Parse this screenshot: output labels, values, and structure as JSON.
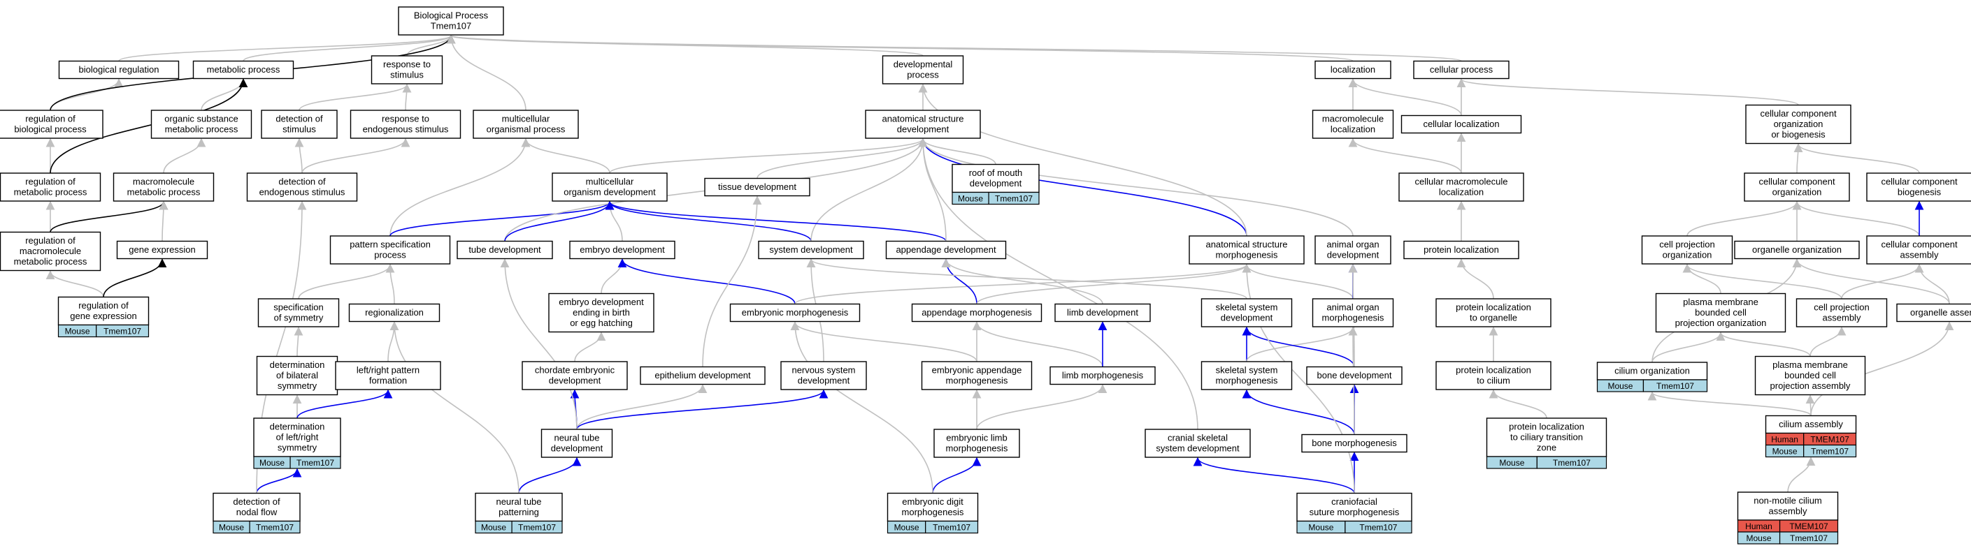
{
  "colors": {
    "gray_edge": "#c0c0c0",
    "black_edge": "#000000",
    "blue_edge": "#0000ee",
    "mouse_badge": "#add8e6",
    "human_badge": "#e8574b",
    "node_fill": "#ffffff",
    "node_border": "#000000"
  },
  "nodes": [
    {
      "id": "bp",
      "lines": [
        "Biological Process",
        "Tmem107"
      ]
    },
    {
      "id": "bioreg",
      "lines": [
        "biological regulation"
      ]
    },
    {
      "id": "metab",
      "lines": [
        "metabolic process"
      ]
    },
    {
      "id": "resp",
      "lines": [
        "response to",
        "stimulus"
      ]
    },
    {
      "id": "devproc",
      "lines": [
        "developmental",
        "process"
      ]
    },
    {
      "id": "local",
      "lines": [
        "localization"
      ]
    },
    {
      "id": "cellproc",
      "lines": [
        "cellular process"
      ]
    },
    {
      "id": "regbio",
      "lines": [
        "regulation of",
        "biological process"
      ]
    },
    {
      "id": "orgsub",
      "lines": [
        "organic substance",
        "metabolic process"
      ]
    },
    {
      "id": "detstim",
      "lines": [
        "detection of",
        "stimulus"
      ]
    },
    {
      "id": "respendo",
      "lines": [
        "response to",
        "endogenous stimulus"
      ]
    },
    {
      "id": "multiorg",
      "lines": [
        "multicellular",
        "organismal process"
      ]
    },
    {
      "id": "anatdev",
      "lines": [
        "anatomical structure",
        "development"
      ]
    },
    {
      "id": "macroloc",
      "lines": [
        "macromolecule",
        "localization"
      ]
    },
    {
      "id": "cellloc",
      "lines": [
        "cellular localization"
      ]
    },
    {
      "id": "ccob",
      "lines": [
        "cellular component",
        "organization",
        "or biogenesis"
      ]
    },
    {
      "id": "regmet",
      "lines": [
        "regulation of",
        "metabolic process"
      ]
    },
    {
      "id": "macromet",
      "lines": [
        "macromolecule",
        "metabolic process"
      ]
    },
    {
      "id": "detendo",
      "lines": [
        "detection of",
        "endogenous stimulus"
      ]
    },
    {
      "id": "multidev",
      "lines": [
        "multicellular",
        "organism development"
      ]
    },
    {
      "id": "tissuedev",
      "lines": [
        "tissue development"
      ]
    },
    {
      "id": "roofmouth",
      "lines": [
        "roof of mouth",
        "development"
      ],
      "badges": [
        {
          "species": "Mouse",
          "gene": "Tmem107"
        }
      ]
    },
    {
      "id": "cellmacroloc",
      "lines": [
        "cellular macromolecule",
        "localization"
      ]
    },
    {
      "id": "ccorg",
      "lines": [
        "cellular component",
        "organization"
      ]
    },
    {
      "id": "ccbio",
      "lines": [
        "cellular component",
        "biogenesis"
      ]
    },
    {
      "id": "regmacromet",
      "lines": [
        "regulation of",
        "macromolecule",
        "metabolic process"
      ]
    },
    {
      "id": "geneexp",
      "lines": [
        "gene expression"
      ]
    },
    {
      "id": "patspec",
      "lines": [
        "pattern specification",
        "process"
      ]
    },
    {
      "id": "tubedev",
      "lines": [
        "tube development"
      ]
    },
    {
      "id": "embryodev",
      "lines": [
        "embryo development"
      ]
    },
    {
      "id": "sysdev",
      "lines": [
        "system development"
      ]
    },
    {
      "id": "appdev",
      "lines": [
        "appendage development"
      ]
    },
    {
      "id": "anatmorph",
      "lines": [
        "anatomical structure",
        "morphogenesis"
      ]
    },
    {
      "id": "animorgdev",
      "lines": [
        "animal organ",
        "development"
      ]
    },
    {
      "id": "protloc",
      "lines": [
        "protein localization"
      ]
    },
    {
      "id": "cellprojorg",
      "lines": [
        "cell projection",
        "organization"
      ]
    },
    {
      "id": "organorg",
      "lines": [
        "organelle organization"
      ]
    },
    {
      "id": "ccassem",
      "lines": [
        "cellular component",
        "assembly"
      ]
    },
    {
      "id": "reggene",
      "lines": [
        "regulation of",
        "gene expression"
      ],
      "badges": [
        {
          "species": "Mouse",
          "gene": "Tmem107"
        }
      ]
    },
    {
      "id": "specsym",
      "lines": [
        "specification",
        "of symmetry"
      ]
    },
    {
      "id": "regionaliz",
      "lines": [
        "regionalization"
      ]
    },
    {
      "id": "embdevbirth",
      "lines": [
        "embryo development",
        "ending in birth",
        "or egg hatching"
      ]
    },
    {
      "id": "embmorph",
      "lines": [
        "embryonic morphogenesis"
      ]
    },
    {
      "id": "appmorph",
      "lines": [
        "appendage morphogenesis"
      ]
    },
    {
      "id": "limbdev",
      "lines": [
        "limb development"
      ]
    },
    {
      "id": "skelsysdev",
      "lines": [
        "skeletal system",
        "development"
      ]
    },
    {
      "id": "animorgmorph",
      "lines": [
        "animal organ",
        "morphogenesis"
      ]
    },
    {
      "id": "protorg",
      "lines": [
        "protein localization",
        "to organelle"
      ]
    },
    {
      "id": "pmbcpo",
      "lines": [
        "plasma membrane",
        "bounded cell",
        "projection organization"
      ]
    },
    {
      "id": "cellprojassem",
      "lines": [
        "cell projection",
        "assembly"
      ]
    },
    {
      "id": "organassem",
      "lines": [
        "organelle assembly"
      ]
    },
    {
      "id": "detbilat",
      "lines": [
        "determination",
        "of bilateral",
        "symmetry"
      ]
    },
    {
      "id": "lrpattern",
      "lines": [
        "left/right pattern",
        "formation"
      ]
    },
    {
      "id": "chorddev",
      "lines": [
        "chordate embryonic",
        "development"
      ]
    },
    {
      "id": "epidev",
      "lines": [
        "epithelium development"
      ]
    },
    {
      "id": "nervdev",
      "lines": [
        "nervous system",
        "development"
      ]
    },
    {
      "id": "embappmorph",
      "lines": [
        "embryonic appendage",
        "morphogenesis"
      ]
    },
    {
      "id": "limbmorph",
      "lines": [
        "limb morphogenesis"
      ]
    },
    {
      "id": "skelsysmorph",
      "lines": [
        "skeletal system",
        "morphogenesis"
      ]
    },
    {
      "id": "bonedev",
      "lines": [
        "bone development"
      ]
    },
    {
      "id": "protcil",
      "lines": [
        "protein localization",
        "to cilium"
      ]
    },
    {
      "id": "ciliumorg",
      "lines": [
        "cilium organization"
      ],
      "badges": [
        {
          "species": "Mouse",
          "gene": "Tmem107"
        }
      ]
    },
    {
      "id": "pmbcpa",
      "lines": [
        "plasma membrane",
        "bounded cell",
        "projection assembly"
      ]
    },
    {
      "id": "detlr",
      "lines": [
        "determination",
        "of left/right",
        "symmetry"
      ],
      "badges": [
        {
          "species": "Mouse",
          "gene": "Tmem107"
        }
      ]
    },
    {
      "id": "neuraltubedev",
      "lines": [
        "neural tube",
        "development"
      ]
    },
    {
      "id": "emblimbmorph",
      "lines": [
        "embryonic limb",
        "morphogenesis"
      ]
    },
    {
      "id": "cranskeldev",
      "lines": [
        "cranial skeletal",
        "system development"
      ]
    },
    {
      "id": "bonemorph",
      "lines": [
        "bone morphogenesis"
      ]
    },
    {
      "id": "protciltz",
      "lines": [
        "protein localization",
        "to ciliary transition",
        "zone"
      ],
      "badges": [
        {
          "species": "Mouse",
          "gene": "Tmem107"
        }
      ]
    },
    {
      "id": "ciliumassem",
      "lines": [
        "cilium assembly"
      ],
      "badges": [
        {
          "species": "Human",
          "gene": "TMEM107"
        },
        {
          "species": "Mouse",
          "gene": "Tmem107"
        }
      ]
    },
    {
      "id": "detnodal",
      "lines": [
        "detection of",
        "nodal flow"
      ],
      "badges": [
        {
          "species": "Mouse",
          "gene": "Tmem107"
        }
      ]
    },
    {
      "id": "ntpattern",
      "lines": [
        "neural tube",
        "patterning"
      ],
      "badges": [
        {
          "species": "Mouse",
          "gene": "Tmem107"
        }
      ]
    },
    {
      "id": "embdigit",
      "lines": [
        "embryonic digit",
        "morphogenesis"
      ],
      "badges": [
        {
          "species": "Mouse",
          "gene": "Tmem107"
        }
      ]
    },
    {
      "id": "cransuture",
      "lines": [
        "craniofacial",
        "suture morphogenesis"
      ],
      "badges": [
        {
          "species": "Mouse",
          "gene": "Tmem107"
        }
      ]
    },
    {
      "id": "nonmotile",
      "lines": [
        "non-motile cilium",
        "assembly"
      ],
      "badges": [
        {
          "species": "Human",
          "gene": "TMEM107"
        },
        {
          "species": "Mouse",
          "gene": "Tmem107"
        }
      ]
    }
  ],
  "edges": [
    {
      "from": "bioreg",
      "to": "bp",
      "kind": "gray"
    },
    {
      "from": "metab",
      "to": "bp",
      "kind": "gray"
    },
    {
      "from": "resp",
      "to": "bp",
      "kind": "gray"
    },
    {
      "from": "devproc",
      "to": "bp",
      "kind": "gray"
    },
    {
      "from": "local",
      "to": "bp",
      "kind": "gray"
    },
    {
      "from": "cellproc",
      "to": "bp",
      "kind": "gray"
    },
    {
      "from": "regbio",
      "to": "bioreg",
      "kind": "gray"
    },
    {
      "from": "regbio",
      "to": "bp",
      "kind": "black"
    },
    {
      "from": "orgsub",
      "to": "metab",
      "kind": "gray"
    },
    {
      "from": "detstim",
      "to": "resp",
      "kind": "gray"
    },
    {
      "from": "respendo",
      "to": "resp",
      "kind": "gray"
    },
    {
      "from": "multiorg",
      "to": "bp",
      "kind": "gray"
    },
    {
      "from": "anatdev",
      "to": "devproc",
      "kind": "gray"
    },
    {
      "from": "macroloc",
      "to": "local",
      "kind": "gray"
    },
    {
      "from": "cellloc",
      "to": "local",
      "kind": "gray"
    },
    {
      "from": "cellloc",
      "to": "cellproc",
      "kind": "gray"
    },
    {
      "from": "ccob",
      "to": "cellproc",
      "kind": "gray"
    },
    {
      "from": "regmet",
      "to": "regbio",
      "kind": "gray"
    },
    {
      "from": "regmet",
      "to": "metab",
      "kind": "black"
    },
    {
      "from": "macromet",
      "to": "orgsub",
      "kind": "gray"
    },
    {
      "from": "detendo",
      "to": "detstim",
      "kind": "gray"
    },
    {
      "from": "detendo",
      "to": "respendo",
      "kind": "gray"
    },
    {
      "from": "multidev",
      "to": "multiorg",
      "kind": "gray"
    },
    {
      "from": "multidev",
      "to": "anatdev",
      "kind": "gray"
    },
    {
      "from": "tissuedev",
      "to": "anatdev",
      "kind": "gray"
    },
    {
      "from": "roofmouth",
      "to": "anatdev",
      "kind": "gray"
    },
    {
      "from": "cellmacroloc",
      "to": "macroloc",
      "kind": "gray"
    },
    {
      "from": "cellmacroloc",
      "to": "cellloc",
      "kind": "gray"
    },
    {
      "from": "ccorg",
      "to": "ccob",
      "kind": "gray"
    },
    {
      "from": "ccbio",
      "to": "ccob",
      "kind": "gray"
    },
    {
      "from": "regmacromet",
      "to": "regmet",
      "kind": "gray"
    },
    {
      "from": "regmacromet",
      "to": "macromet",
      "kind": "black"
    },
    {
      "from": "geneexp",
      "to": "macromet",
      "kind": "gray"
    },
    {
      "from": "patspec",
      "to": "multiorg",
      "kind": "gray"
    },
    {
      "from": "patspec",
      "to": "multidev",
      "kind": "blue"
    },
    {
      "from": "tubedev",
      "to": "anatdev",
      "kind": "gray"
    },
    {
      "from": "tubedev",
      "to": "multidev",
      "kind": "blue"
    },
    {
      "from": "embryodev",
      "to": "multidev",
      "kind": "gray"
    },
    {
      "from": "sysdev",
      "to": "multidev",
      "kind": "blue"
    },
    {
      "from": "sysdev",
      "to": "anatdev",
      "kind": "gray"
    },
    {
      "from": "appdev",
      "to": "multidev",
      "kind": "blue"
    },
    {
      "from": "appdev",
      "to": "anatdev",
      "kind": "gray"
    },
    {
      "from": "anatmorph",
      "to": "anatdev",
      "kind": "blue"
    },
    {
      "from": "anatmorph",
      "to": "devproc",
      "kind": "gray"
    },
    {
      "from": "animorgdev",
      "to": "anatdev",
      "kind": "gray"
    },
    {
      "from": "protloc",
      "to": "cellmacroloc",
      "kind": "gray"
    },
    {
      "from": "cellprojorg",
      "to": "ccorg",
      "kind": "gray"
    },
    {
      "from": "organorg",
      "to": "ccorg",
      "kind": "gray"
    },
    {
      "from": "ccassem",
      "to": "ccorg",
      "kind": "gray"
    },
    {
      "from": "ccassem",
      "to": "ccbio",
      "kind": "blue"
    },
    {
      "from": "reggene",
      "to": "regmacromet",
      "kind": "gray"
    },
    {
      "from": "reggene",
      "to": "geneexp",
      "kind": "black"
    },
    {
      "from": "specsym",
      "to": "patspec",
      "kind": "gray"
    },
    {
      "from": "regionaliz",
      "to": "patspec",
      "kind": "gray"
    },
    {
      "from": "embdevbirth",
      "to": "embryodev",
      "kind": "gray"
    },
    {
      "from": "embmorph",
      "to": "embryodev",
      "kind": "blue"
    },
    {
      "from": "embmorph",
      "to": "anatmorph",
      "kind": "gray"
    },
    {
      "from": "appmorph",
      "to": "appdev",
      "kind": "blue"
    },
    {
      "from": "appmorph",
      "to": "anatmorph",
      "kind": "gray"
    },
    {
      "from": "limbdev",
      "to": "appdev",
      "kind": "gray"
    },
    {
      "from": "skelsysdev",
      "to": "sysdev",
      "kind": "gray"
    },
    {
      "from": "animorgmorph",
      "to": "anatmorph",
      "kind": "gray"
    },
    {
      "from": "animorgmorph",
      "to": "animorgdev",
      "kind": "blue"
    },
    {
      "from": "protorg",
      "to": "protloc",
      "kind": "gray"
    },
    {
      "from": "pmbcpo",
      "to": "cellprojorg",
      "kind": "gray"
    },
    {
      "from": "cellprojassem",
      "to": "cellprojorg",
      "kind": "gray"
    },
    {
      "from": "cellprojassem",
      "to": "ccassem",
      "kind": "gray"
    },
    {
      "from": "organassem",
      "to": "organorg",
      "kind": "gray"
    },
    {
      "from": "organassem",
      "to": "ccassem",
      "kind": "gray"
    },
    {
      "from": "detbilat",
      "to": "specsym",
      "kind": "gray"
    },
    {
      "from": "lrpattern",
      "to": "regionaliz",
      "kind": "gray"
    },
    {
      "from": "chorddev",
      "to": "embdevbirth",
      "kind": "gray"
    },
    {
      "from": "epidev",
      "to": "tissuedev",
      "kind": "gray"
    },
    {
      "from": "nervdev",
      "to": "sysdev",
      "kind": "gray"
    },
    {
      "from": "embappmorph",
      "to": "appmorph",
      "kind": "gray"
    },
    {
      "from": "embappmorph",
      "to": "embmorph",
      "kind": "gray"
    },
    {
      "from": "limbmorph",
      "to": "appmorph",
      "kind": "gray"
    },
    {
      "from": "limbmorph",
      "to": "limbdev",
      "kind": "blue"
    },
    {
      "from": "skelsysmorph",
      "to": "skelsysdev",
      "kind": "blue"
    },
    {
      "from": "skelsysmorph",
      "to": "animorgmorph",
      "kind": "gray"
    },
    {
      "from": "bonedev",
      "to": "skelsysdev",
      "kind": "blue"
    },
    {
      "from": "bonedev",
      "to": "animorgdev",
      "kind": "gray"
    },
    {
      "from": "protcil",
      "to": "protorg",
      "kind": "gray"
    },
    {
      "from": "ciliumorg",
      "to": "pmbcpo",
      "kind": "gray"
    },
    {
      "from": "ciliumorg",
      "to": "organorg",
      "kind": "gray"
    },
    {
      "from": "pmbcpa",
      "to": "pmbcpo",
      "kind": "gray"
    },
    {
      "from": "pmbcpa",
      "to": "cellprojassem",
      "kind": "gray"
    },
    {
      "from": "detlr",
      "to": "detbilat",
      "kind": "gray"
    },
    {
      "from": "detlr",
      "to": "lrpattern",
      "kind": "blue"
    },
    {
      "from": "neuraltubedev",
      "to": "chorddev",
      "kind": "blue"
    },
    {
      "from": "neuraltubedev",
      "to": "epidev",
      "kind": "gray"
    },
    {
      "from": "neuraltubedev",
      "to": "nervdev",
      "kind": "blue"
    },
    {
      "from": "neuraltubedev",
      "to": "tubedev",
      "kind": "gray"
    },
    {
      "from": "emblimbmorph",
      "to": "embappmorph",
      "kind": "gray"
    },
    {
      "from": "emblimbmorph",
      "to": "limbmorph",
      "kind": "gray"
    },
    {
      "from": "cranskeldev",
      "to": "anatdev",
      "kind": "gray"
    },
    {
      "from": "bonemorph",
      "to": "skelsysmorph",
      "kind": "blue"
    },
    {
      "from": "bonemorph",
      "to": "bonedev",
      "kind": "blue"
    },
    {
      "from": "bonemorph",
      "to": "animorgmorph",
      "kind": "gray"
    },
    {
      "from": "protciltz",
      "to": "protcil",
      "kind": "gray"
    },
    {
      "from": "ciliumassem",
      "to": "ciliumorg",
      "kind": "gray"
    },
    {
      "from": "ciliumassem",
      "to": "pmbcpa",
      "kind": "gray"
    },
    {
      "from": "ciliumassem",
      "to": "organassem",
      "kind": "gray"
    },
    {
      "from": "detnodal",
      "to": "detlr",
      "kind": "blue"
    },
    {
      "from": "detnodal",
      "to": "detendo",
      "kind": "gray"
    },
    {
      "from": "ntpattern",
      "to": "neuraltubedev",
      "kind": "blue"
    },
    {
      "from": "ntpattern",
      "to": "regionaliz",
      "kind": "gray"
    },
    {
      "from": "embdigit",
      "to": "emblimbmorph",
      "kind": "blue"
    },
    {
      "from": "embdigit",
      "to": "embmorph",
      "kind": "gray"
    },
    {
      "from": "cransuture",
      "to": "cranskeldev",
      "kind": "blue"
    },
    {
      "from": "cransuture",
      "to": "bonemorph",
      "kind": "blue"
    },
    {
      "from": "cransuture",
      "to": "anatmorph",
      "kind": "gray"
    },
    {
      "from": "nonmotile",
      "to": "ciliumassem",
      "kind": "gray"
    }
  ]
}
